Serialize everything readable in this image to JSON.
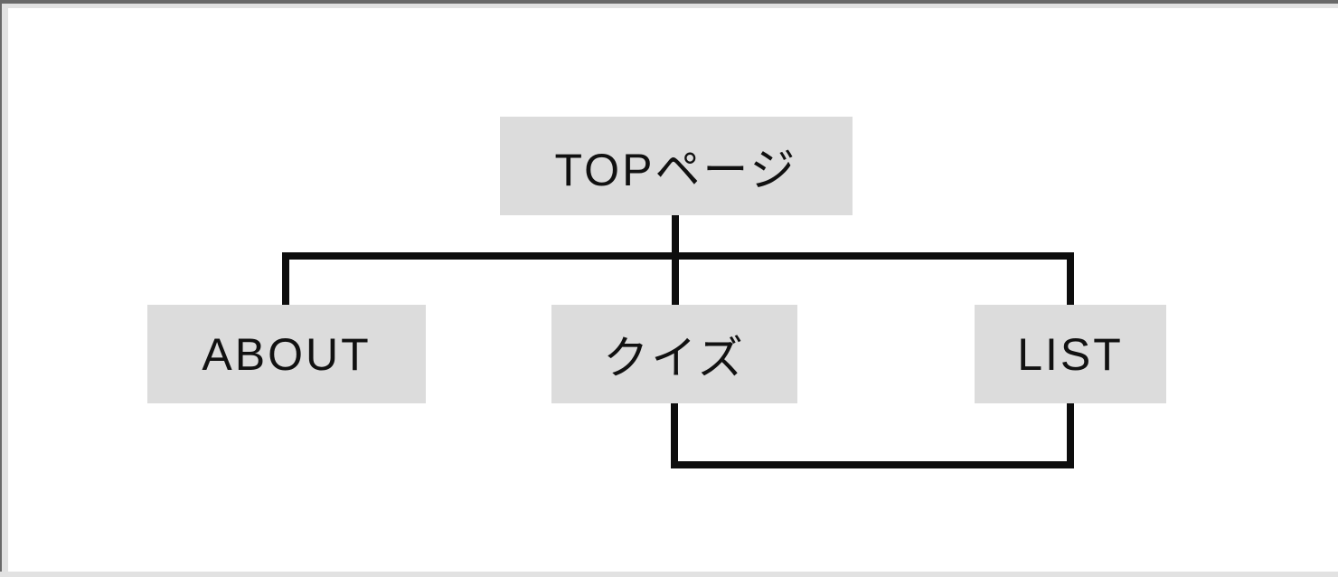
{
  "diagram": {
    "nodes": [
      {
        "id": "top",
        "label": "TOPページ"
      },
      {
        "id": "about",
        "label": "ABOUT"
      },
      {
        "id": "quiz",
        "label": "クイズ"
      },
      {
        "id": "list",
        "label": "LIST"
      }
    ],
    "edges": [
      {
        "from": "top",
        "to": "about"
      },
      {
        "from": "top",
        "to": "quiz"
      },
      {
        "from": "top",
        "to": "list"
      },
      {
        "from": "quiz",
        "to": "list"
      }
    ],
    "colors": {
      "node_fill": "#dcdcdc",
      "connector": "#0d0d0d",
      "text": "#111111",
      "background": "#ffffff",
      "frame_dark": "#696969",
      "frame_light": "#e2e2e2"
    }
  }
}
